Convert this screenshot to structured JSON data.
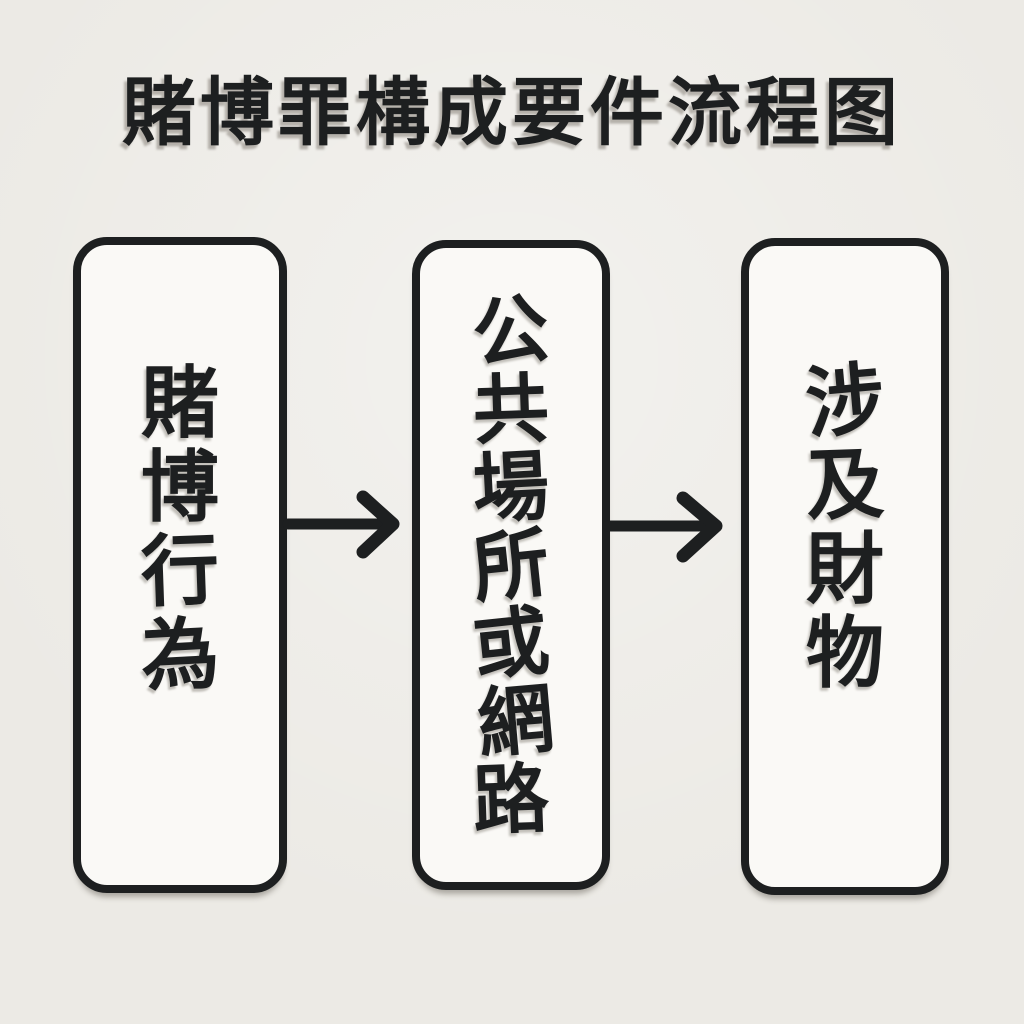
{
  "title": "賭博罪構成要件流程图",
  "flowchart": {
    "type": "flowchart",
    "direction": "left-to-right",
    "nodes": [
      {
        "id": "gambling-behavior",
        "label": "賭博行為"
      },
      {
        "id": "public-place-or-network",
        "label": "公共場所或網路"
      },
      {
        "id": "involves-property",
        "label": "涉及財物"
      }
    ],
    "edges": [
      {
        "from": "賭博行為",
        "to": "公共場所或網路",
        "style": "arrow-right"
      },
      {
        "from": "公共場所或網路",
        "to": "涉及財物",
        "style": "arrow-right"
      }
    ]
  },
  "colors": {
    "background": "#ECEAE5",
    "node_fill": "#FAF9F6",
    "ink": "#1D1F20"
  }
}
